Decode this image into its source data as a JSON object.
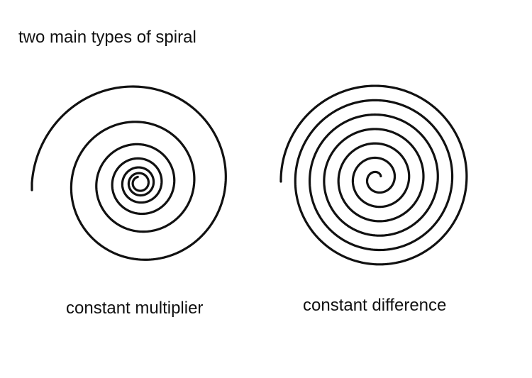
{
  "title": "two main types of spiral",
  "spirals": {
    "multiplier": {
      "label": "constant multiplier",
      "kind": "logarithmic"
    },
    "difference": {
      "label": "constant difference",
      "kind": "archimedean"
    }
  },
  "colors": {
    "stroke": "#111111",
    "text": "#111111",
    "background": "#ffffff"
  }
}
